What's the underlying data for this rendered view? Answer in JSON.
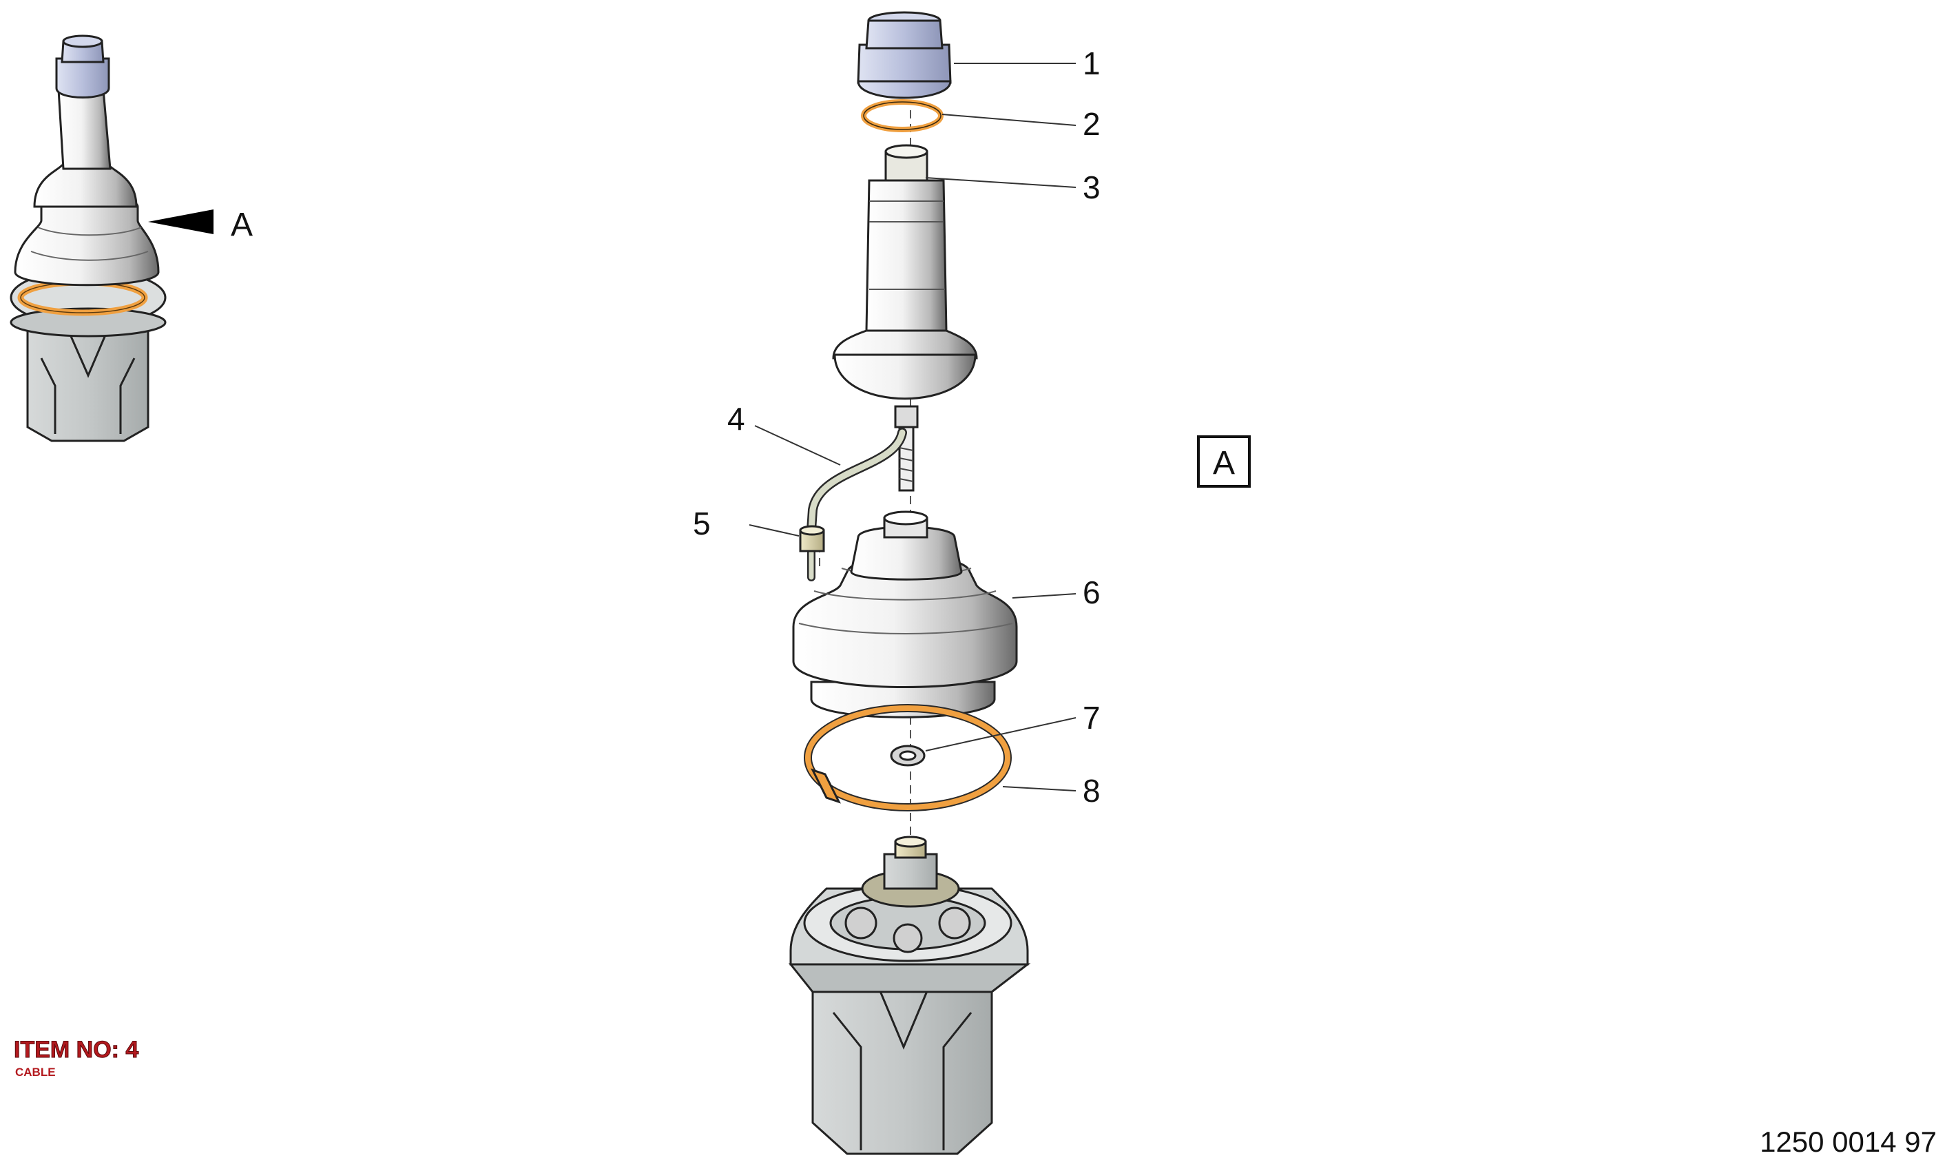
{
  "callouts": [
    "1",
    "2",
    "3",
    "4",
    "5",
    "6",
    "7",
    "8"
  ],
  "detail_pointer_label": "A",
  "view_box_label": "A",
  "item_note": {
    "title": "ITEM NO: 4",
    "subtitle": "CABLE"
  },
  "document_number": "1250 0014 97",
  "colors": {
    "knob": "#b8bfdc",
    "orange_ring": "#f0a040",
    "housing": "#c4c8c8",
    "white_part": "#f2f2f2",
    "cable": "#d8dcc8",
    "item_note": "#b3191e"
  }
}
